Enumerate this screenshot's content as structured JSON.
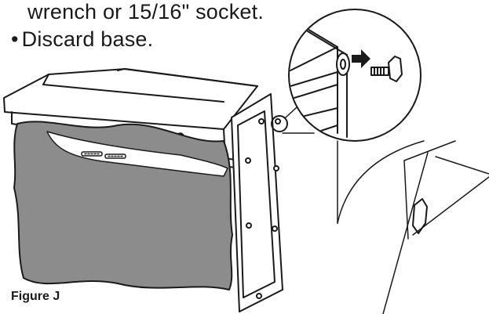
{
  "instructions": {
    "line_continued": "wrench or 15/16\" socket.",
    "bullet_symbol": "•",
    "bullet_text": "Discard base."
  },
  "figure": {
    "caption": "Figure J"
  },
  "colors": {
    "ink": "#1a1a1a",
    "cover_fill": "#8c8c8c",
    "background": "#ffffff"
  }
}
